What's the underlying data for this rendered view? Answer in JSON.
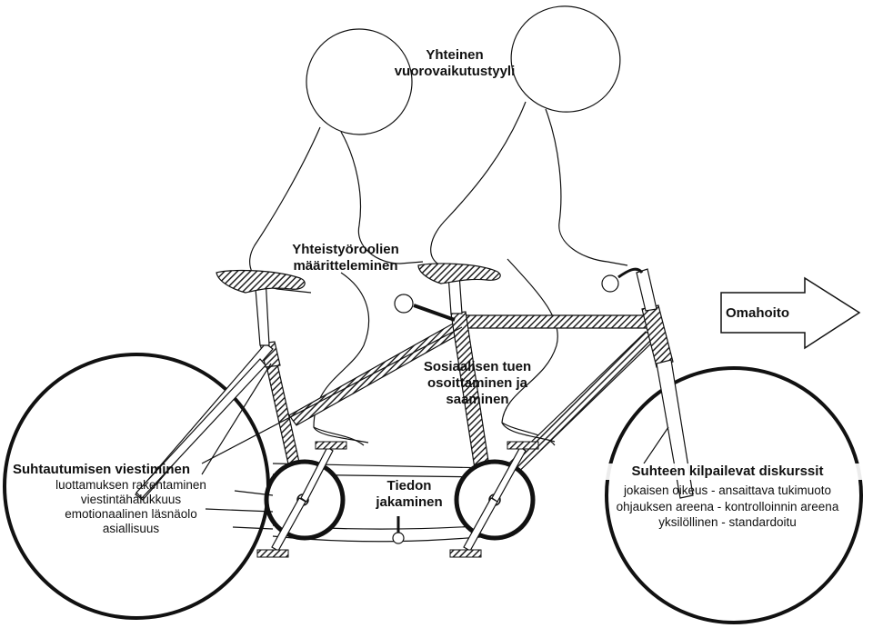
{
  "labels": {
    "vuorovaikutustyyli": [
      "Yhteinen",
      "vuorovaikutustyyli"
    ],
    "yhteistyoroolien": [
      "Yhteistyöroolien",
      "määritteleminen"
    ],
    "sosiaalisen_tuen": [
      "Sosiaalisen tuen",
      "osoittaminen ja",
      "saaminen"
    ],
    "tiedon_jakaminen": [
      "Tiedon",
      "jakaminen"
    ],
    "omahoito": "Omahoito",
    "suhtautumisen": {
      "title": "Suhtautumisen viestiminen",
      "items": [
        "luottamuksen rakentaminen",
        "viestintähalukkuus",
        "emotionaalinen läsnäolo",
        "asiallisuus"
      ]
    },
    "kilpailevat": {
      "title": "Suhteen kilpailevat diskurssit",
      "items": [
        "jokaisen oikeus - ansaittava tukimuoto",
        "ohjauksen areena - kontrolloinnin areena",
        "yksilöllinen - standardoitu"
      ]
    }
  }
}
